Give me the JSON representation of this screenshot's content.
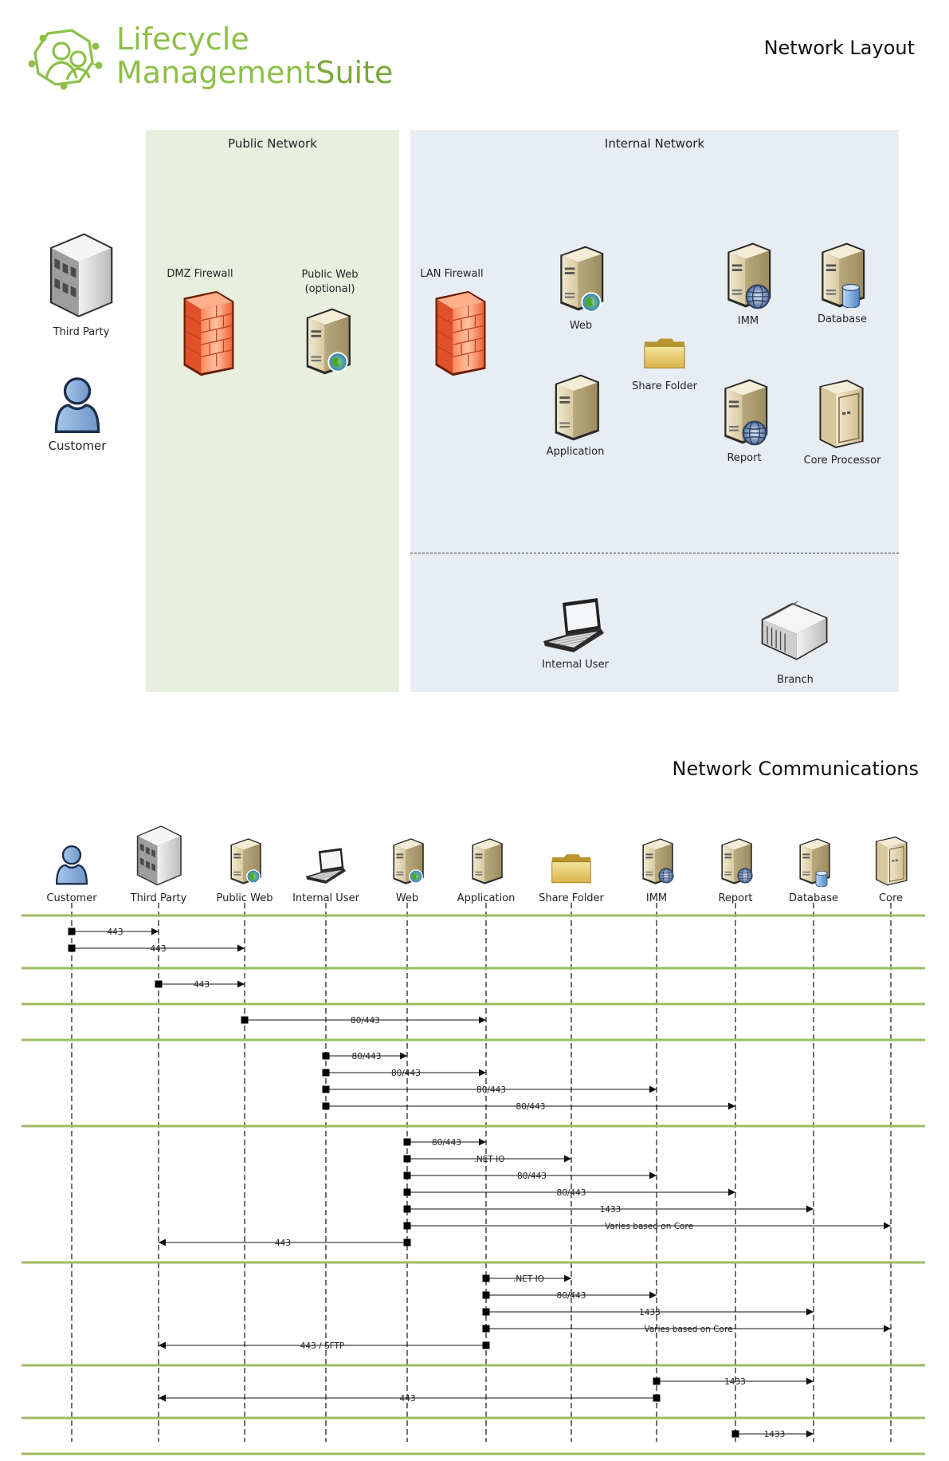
{
  "logo": {
    "line1": "Lifecycle",
    "line2_a": "Management",
    "line2_b": "Suite"
  },
  "layout": {
    "title": "Network Layout",
    "zones": {
      "public": "Public Network",
      "internal": "Internal Network"
    },
    "nodes": {
      "third_party": "Third Party",
      "customer": "Customer",
      "dmz_firewall": "DMZ Firewall",
      "public_web_1": "Public Web",
      "public_web_2": "(optional)",
      "lan_firewall": "LAN Firewall",
      "web": "Web",
      "imm": "IMM",
      "database": "Database",
      "share_folder": "Share Folder",
      "application": "Application",
      "report": "Report",
      "core_processor": "Core Processor",
      "internal_user": "Internal User",
      "branch": "Branch"
    }
  },
  "communications": {
    "title": "Network Communications",
    "lanes": [
      "Customer",
      "Third Party",
      "Public Web",
      "Internal User",
      "Web",
      "Application",
      "Share Folder",
      "IMM",
      "Report",
      "Database",
      "Core"
    ],
    "lane_icons": [
      "person-icon",
      "building-icon",
      "web-server-icon",
      "laptop-icon",
      "web-server-icon",
      "server-icon",
      "folder-icon",
      "imm-server-icon",
      "report-server-icon",
      "database-server-icon",
      "core-processor-icon"
    ],
    "groups": [
      {
        "messages": [
          {
            "from": "Customer",
            "to": "Third Party",
            "label": "443"
          },
          {
            "from": "Customer",
            "to": "Public Web",
            "label": "443"
          }
        ]
      },
      {
        "messages": [
          {
            "from": "Third Party",
            "to": "Public Web",
            "label": "443"
          }
        ]
      },
      {
        "messages": [
          {
            "from": "Public Web",
            "to": "Application",
            "label": "80/443"
          }
        ]
      },
      {
        "messages": [
          {
            "from": "Internal User",
            "to": "Web",
            "label": "80/443"
          },
          {
            "from": "Internal User",
            "to": "Application",
            "label": "80/443"
          },
          {
            "from": "Internal User",
            "to": "IMM",
            "label": "80/443"
          },
          {
            "from": "Internal User",
            "to": "Report",
            "label": "80/443"
          }
        ]
      },
      {
        "messages": [
          {
            "from": "Web",
            "to": "Application",
            "label": "80/443"
          },
          {
            "from": "Web",
            "to": "Share Folder",
            "label": ".NET IO"
          },
          {
            "from": "Web",
            "to": "IMM",
            "label": "80/443"
          },
          {
            "from": "Web",
            "to": "Report",
            "label": "80/443"
          },
          {
            "from": "Web",
            "to": "Database",
            "label": "1433"
          },
          {
            "from": "Web",
            "to": "Core",
            "label": "Varies based on Core"
          },
          {
            "from": "Web",
            "to": "Third Party",
            "label": "443"
          }
        ]
      },
      {
        "messages": [
          {
            "from": "Application",
            "to": "Share Folder",
            "label": ".NET IO"
          },
          {
            "from": "Application",
            "to": "IMM",
            "label": "80/443"
          },
          {
            "from": "Application",
            "to": "Database",
            "label": "1433"
          },
          {
            "from": "Application",
            "to": "Core",
            "label": "Varies based on Core"
          },
          {
            "from": "Application",
            "to": "Third Party",
            "label": "443 / SFTP"
          }
        ]
      },
      {
        "messages": [
          {
            "from": "IMM",
            "to": "Database",
            "label": "1433"
          },
          {
            "from": "IMM",
            "to": "Third Party",
            "label": "443"
          }
        ]
      },
      {
        "messages": [
          {
            "from": "Report",
            "to": "Database",
            "label": "1433"
          }
        ]
      }
    ]
  },
  "colors": {
    "brand_green": "#8dbf4a",
    "separator_green": "#9cbc62",
    "public_zone": "#e8efdf",
    "internal_zone": "#e8edf4",
    "firewall": "#f0623a"
  }
}
